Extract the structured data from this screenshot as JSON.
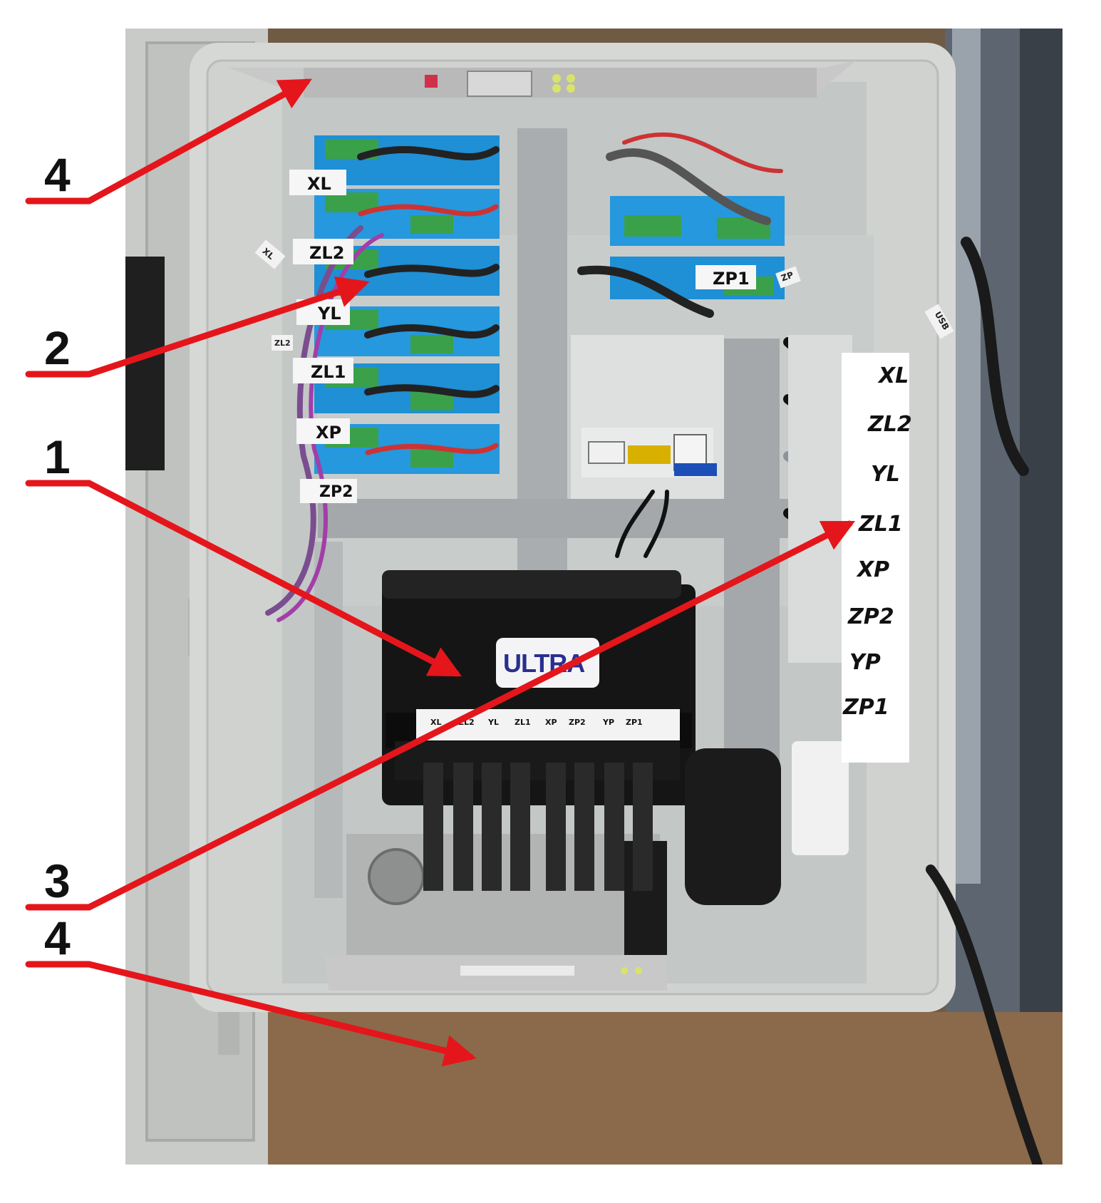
{
  "callouts": [
    {
      "number": "4"
    },
    {
      "number": "2"
    },
    {
      "number": "1"
    },
    {
      "number": "3"
    },
    {
      "number": "4"
    }
  ],
  "driver_labels_left": [
    "XL",
    "ZL2",
    "YL",
    "ZL1",
    "XP",
    "ZP2"
  ],
  "driver_label_right": "ZP1",
  "cable_tags": [
    "XL",
    "ZL2",
    "USB",
    "ZP"
  ],
  "side_strip_labels": [
    "XL",
    "ZL2",
    "YL",
    "ZL1",
    "XP",
    "ZP2",
    "YP",
    "ZP1"
  ],
  "controller": {
    "brand": "ULTRA",
    "port_labels": [
      "XL",
      "ZL2",
      "YL",
      "ZL1",
      "XP",
      "ZP2",
      "YP",
      "ZP1"
    ]
  },
  "colors": {
    "arrow": "#e4161b",
    "driver_blue": "#1f8fd6",
    "terminal_green": "#3aa14a",
    "enclosure": "#d6d8d6",
    "controller_body": "#151515",
    "brand_text": "#2a2f8f"
  }
}
